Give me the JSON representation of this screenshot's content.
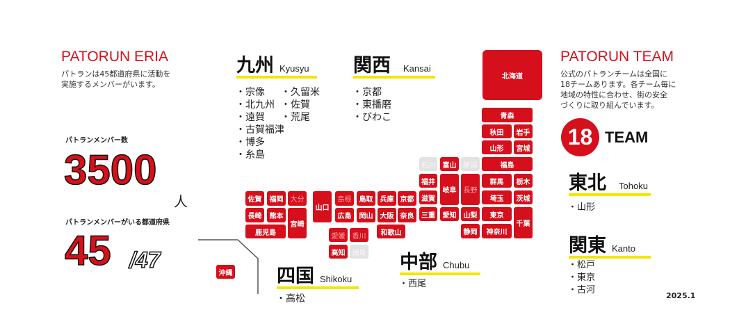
{
  "area": {
    "title": "PATORUN ERIA",
    "desc1": "パトランは45都道府県に活動を",
    "desc2": "実施するメンバーがいます。",
    "members_label": "パトランメンバー数",
    "members": "3500",
    "members_unit": "人",
    "prefs_label": "パトランメンバーがいる都道府県",
    "prefs": "45",
    "prefs_total": "/47"
  },
  "team": {
    "title": "PATORUN TEAM",
    "desc": [
      "公式のパトランチームは全国に",
      "18チームあります。各チーム毎に",
      "地域の特性に合わせ、街の安全",
      "づくりに取り組んでいます。"
    ],
    "count": "18",
    "count_label": "TEAM"
  },
  "regions": {
    "kyushu": {
      "kanji": "九州",
      "roman": "Kyusyu",
      "col1": [
        "宗像",
        "北九州",
        "遠賀",
        "古賀福津",
        "博多",
        "糸島"
      ],
      "col2": [
        "久留米",
        "佐賀",
        "荒尾"
      ]
    },
    "kansai": {
      "kanji": "関西",
      "roman": "Kansai",
      "items": [
        "京都",
        "東播磨",
        "びわこ"
      ]
    },
    "chubu": {
      "kanji": "中部",
      "roman": "Chubu",
      "items": [
        "西尾"
      ]
    },
    "shikoku": {
      "kanji": "四国",
      "roman": "Shikoku",
      "items": [
        "高松"
      ]
    },
    "tohoku": {
      "kanji": "東北",
      "roman": "Tohoku",
      "items": [
        "山形"
      ]
    },
    "kanto": {
      "kanji": "関東",
      "roman": "Kanto",
      "items": [
        "松戸",
        "東京",
        "古河"
      ]
    }
  },
  "prefectures": [
    "北海道",
    "青森",
    "秋田",
    "岩手",
    "山形",
    "宮城",
    "福島",
    "石川",
    "富山",
    "新潟",
    "福井",
    "岐阜",
    "長野",
    "群馬",
    "栃木",
    "滋賀",
    "埼玉",
    "茨城",
    "三重",
    "愛知",
    "山梨",
    "東京",
    "千葉",
    "静岡",
    "神奈川",
    "佐賀",
    "福岡",
    "大分",
    "長崎",
    "熊本",
    "宮崎",
    "鹿児島",
    "山口",
    "島根",
    "鳥取",
    "兵庫",
    "京都",
    "広島",
    "岡山",
    "大阪",
    "奈良",
    "和歌山",
    "愛媛",
    "香川",
    "高知",
    "徳島",
    "沖縄"
  ],
  "date": "2025.1",
  "colors": {
    "accent": "#d50f1b",
    "inactive": "#e3e3e3",
    "underline": "#f5e600"
  }
}
